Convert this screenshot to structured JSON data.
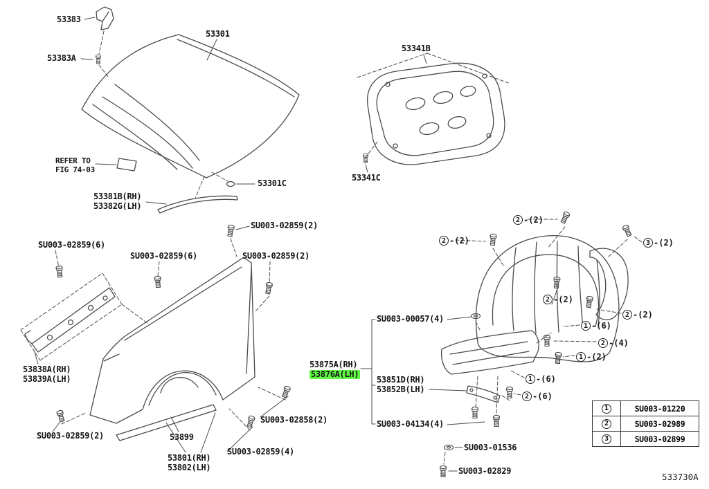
{
  "colors": {
    "highlight": "#5EF943",
    "line": "#4a4a4a",
    "text": "#151515"
  },
  "footer": {
    "code": "533730A"
  },
  "refer_note": {
    "line1": "REFER TO",
    "line2": "FIG 74-03"
  },
  "labels": {
    "p53383": "53383",
    "p53383A": "53383A",
    "p53301": "53301",
    "p53301C": "53301C",
    "p53381B": "53381B(RH)",
    "p53382G": "53382G(LH)",
    "p53341B": "53341B",
    "p53341C": "53341C",
    "su02859_2_top": "SU003-02859(2)",
    "su02859_6_left": "SU003-02859(6)",
    "su02859_6_mid": "SU003-02859(6)",
    "su02859_2_right": "SU003-02859(2)",
    "p53838A": "53838A(RH)",
    "p53839A": "53839A(LH)",
    "su02859_2_bottom": "SU003-02859(2)",
    "p53899": "53899",
    "su02858_2": "SU003-02858(2)",
    "su02859_4": "SU003-02859(4)",
    "p53801": "53801(RH)",
    "p53802": "53802(LH)",
    "p53875A": "53875A(RH)",
    "p53876A": "53876A(LH)",
    "p53851D": "53851D(RH)",
    "p53852B": "53852B(LH)",
    "su00057_4": "SU003-00057(4)",
    "su04134_4": "SU003-04134(4)",
    "su01536": "SU003-01536",
    "su02829": "SU003-02829"
  },
  "callouts": [
    {
      "num": "2",
      "count": "-(2)"
    },
    {
      "num": "2",
      "count": "-(2)"
    },
    {
      "num": "3",
      "count": "-(2)"
    },
    {
      "num": "2",
      "count": "-(2)"
    },
    {
      "num": "2",
      "count": "-(2)"
    },
    {
      "num": "1",
      "count": "-(6)"
    },
    {
      "num": "2",
      "count": "-(4)"
    },
    {
      "num": "1",
      "count": "-(2)"
    },
    {
      "num": "1",
      "count": "-(6)"
    },
    {
      "num": "2",
      "count": "-(6)"
    }
  ],
  "legend": {
    "rows": [
      {
        "num": "1",
        "part": "SU003-01220"
      },
      {
        "num": "2",
        "part": "SU003-02989"
      },
      {
        "num": "3",
        "part": "SU003-02899"
      }
    ]
  }
}
